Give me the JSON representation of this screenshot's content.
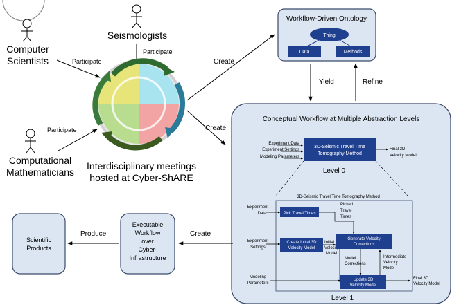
{
  "actors": {
    "computer_scientists": [
      "Computer",
      "Scientists"
    ],
    "seismologists": "Seismologists",
    "mathematicians": [
      "Computational",
      "Mathematicians"
    ]
  },
  "edges": {
    "participate_1": "Participate",
    "participate_2": "Participate",
    "participate_3": "Participate",
    "create_ontology": "Create",
    "create_workflow": "Create",
    "create_executable": "Create",
    "yield": "Yield",
    "refine": "Refine",
    "produce": "Produce"
  },
  "meetings_caption": [
    "Interdisciplinary meetings",
    "hosted at Cyber-ShARE"
  ],
  "ontology": {
    "title": "Workflow-Driven Ontology",
    "thing": "Thing",
    "data": "Data",
    "methods": "Methods"
  },
  "conceptual": {
    "title": "Conceptual Workflow at Multiple Abstraction Levels",
    "level0": {
      "inputs": [
        "Experiment Data",
        "Experiment Settings",
        "Modeling Parameters"
      ],
      "method": [
        "3D-Seismic Travel Time",
        "Tomography Method"
      ],
      "output": [
        "Final 3D",
        "Velocity Model"
      ],
      "label": "Level 0"
    },
    "level1": {
      "title": "3D-Seismic Travel Time Tomography Method",
      "experiment_data": [
        "Experiment",
        "Data"
      ],
      "pick": "Pick Travel Times",
      "picked": [
        "Picked",
        "Travel",
        "Times"
      ],
      "experiment_settings": [
        "Experiment",
        "Settings"
      ],
      "create_initial": [
        "Create Initial 3D",
        "Velocity Model"
      ],
      "initial_model": [
        "Initial 3D",
        "Velocity",
        "Model"
      ],
      "generate": [
        "Generate Velocity",
        "Corrections"
      ],
      "model_corrections": [
        "Model",
        "Corrections"
      ],
      "intermediate": [
        "Intermediate",
        "Velocity",
        "Model"
      ],
      "modeling_parameters": [
        "Modeling",
        "Parameters"
      ],
      "update": [
        "Update 3D",
        "Velocity Model"
      ],
      "final": [
        "Final 3D",
        "Velocity Model"
      ],
      "label": "Level 1"
    }
  },
  "executable": [
    "Executable",
    "Workflow",
    "over",
    "Cyber-",
    "Infrastructure"
  ],
  "products": [
    "Scientific",
    "Products"
  ],
  "colors": {
    "box_fill": "#dce6f2",
    "node_blue": "#1f3f8f",
    "border": "#3a4a6b"
  }
}
